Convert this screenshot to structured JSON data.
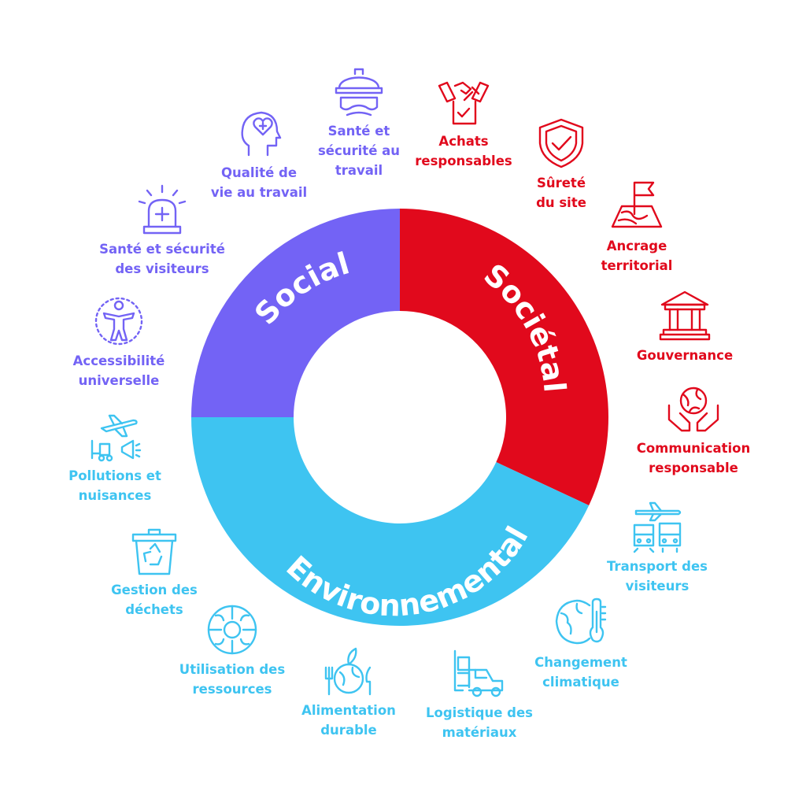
{
  "colors": {
    "social": "#7363f5",
    "societal": "#e1091c",
    "environmental": "#3ec4f1",
    "background": "#ffffff"
  },
  "ring": {
    "social": {
      "label": "Social"
    },
    "societal": {
      "label": "Sociétal"
    },
    "environmental": {
      "label": "Environnemental"
    }
  },
  "items": {
    "sante_securite_travail": {
      "label": "Santé et\nsécurité au\ntravail",
      "icon": "safety-helmet-goggles-icon",
      "group": "social"
    },
    "qualite_vie_travail": {
      "label": "Qualité de\nvie au travail",
      "icon": "head-heart-icon",
      "group": "social"
    },
    "sante_securite_visiteurs": {
      "label": "Santé et sécurité\ndes visiteurs",
      "icon": "emergency-beacon-icon",
      "group": "social"
    },
    "accessibilite": {
      "label": "Accessibilité\nuniverselle",
      "icon": "accessibility-person-icon",
      "group": "social"
    },
    "achats": {
      "label": "Achats\nresponsables",
      "icon": "handshake-document-icon",
      "group": "societal"
    },
    "surete": {
      "label": "Sûreté\ndu site",
      "icon": "shield-check-icon",
      "group": "societal"
    },
    "ancrage": {
      "label": "Ancrage\nterritorial",
      "icon": "map-flag-icon",
      "group": "societal"
    },
    "gouvernance": {
      "label": "Gouvernance",
      "icon": "institution-building-icon",
      "group": "societal"
    },
    "communication": {
      "label": "Communication\nresponsable",
      "icon": "hands-globe-icon",
      "group": "societal"
    },
    "pollutions": {
      "label": "Pollutions et\nnuisances",
      "icon": "airplane-forklift-megaphone-icon",
      "group": "environmental"
    },
    "dechets": {
      "label": "Gestion des\ndéchets",
      "icon": "recycle-bin-icon",
      "group": "environmental"
    },
    "ressources": {
      "label": "Utilisation des\nressources",
      "icon": "resources-circle-icon",
      "group": "environmental"
    },
    "alimentation": {
      "label": "Alimentation\ndurable",
      "icon": "globe-fork-knife-icon",
      "group": "environmental"
    },
    "logistique": {
      "label": "Logistique des\nmatériaux",
      "icon": "forklift-icon",
      "group": "environmental"
    },
    "changement": {
      "label": "Changement\nclimatique",
      "icon": "globe-thermometer-icon",
      "group": "environmental"
    },
    "transport": {
      "label": "Transport des\nvisiteurs",
      "icon": "plane-train-bus-icon",
      "group": "environmental"
    }
  }
}
